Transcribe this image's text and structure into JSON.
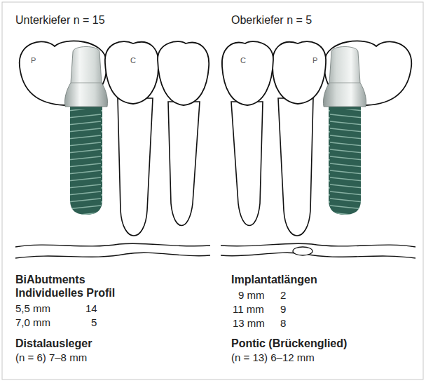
{
  "diagram": {
    "labels": [
      "Unterkiefer n = 15",
      "Oberkiefer n = 5",
      "P",
      "C",
      "C",
      "P",
      "BiAbutments",
      "Individuelles Profil",
      "5,5 mm",
      "14",
      "7,0 mm",
      "5",
      "Distalausleger",
      "(n = 6) 7–8 mm",
      "Implantatlängen",
      "9 mm",
      "2",
      "11 mm",
      "9",
      "13 mm",
      "8",
      "Pontic (Brückenglied)",
      "(n = 13) 6–12 mm"
    ]
  }
}
